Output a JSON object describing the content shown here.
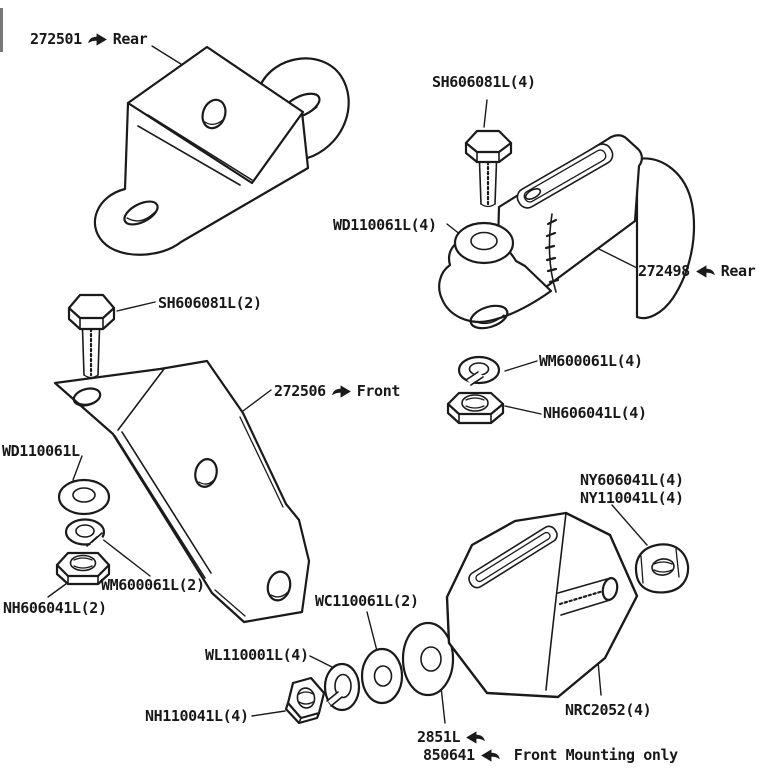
{
  "diagram": {
    "background": "#ffffff",
    "ink": "#1a1a1a",
    "labels": {
      "rear_bracket": {
        "part": "272501",
        "note": "Rear",
        "arrow": "right"
      },
      "rear_bolt": {
        "part": "SH606081L(4)"
      },
      "rear_washer": {
        "part": "WD110061L(4)"
      },
      "rear_mount": {
        "part": "272498",
        "note": "Rear",
        "arrow": "left"
      },
      "rear_spring_washer": {
        "part": "WM600061L(4)"
      },
      "rear_nut": {
        "part": "NH606041L(4)"
      },
      "front_bolt": {
        "part": "SH606081L(2)"
      },
      "front_bracket": {
        "part": "272506",
        "note": "Front",
        "arrow": "right"
      },
      "front_washer": {
        "part": "WD110061L"
      },
      "front_spring_washer": {
        "part": "WM600061L(2)"
      },
      "front_nut": {
        "part": "NH606041L(2)"
      },
      "nyloc_nut_line1": {
        "part": "NY606041L(4)"
      },
      "nyloc_nut_line2": {
        "part": "NY110041L(4)"
      },
      "cup_washer": {
        "part": "WC110061L(2)"
      },
      "lock_washer": {
        "part": "WL110001L(4)"
      },
      "stud_nut": {
        "part": "NH110041L(4)"
      },
      "large_washer": {
        "part": "2851L",
        "arrow": "left"
      },
      "large_washer_alt": {
        "part": "850641",
        "note": "Front Mounting only",
        "arrow": "left"
      },
      "rubber_mount": {
        "part": "NRC2052(4)"
      }
    }
  }
}
